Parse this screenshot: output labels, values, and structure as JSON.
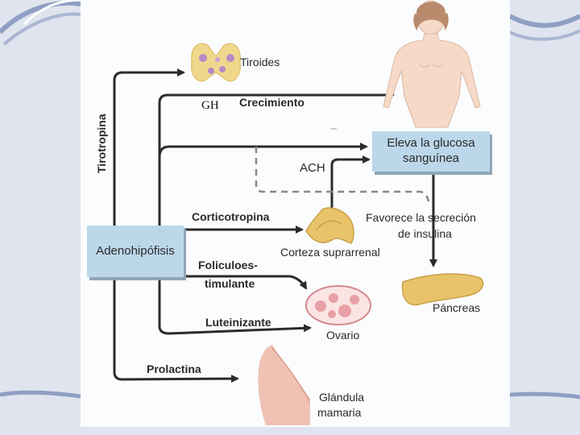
{
  "hormones": {
    "tirotropina": "Tirotropina",
    "gh": "GH",
    "crecimiento": "Crecimiento",
    "ach": "ACH",
    "corticotropina": "Corticotropina",
    "foliculoestimulante_line1": "Foliculoes-",
    "foliculoestimulante_line2": "timulante",
    "luteinizante": "Luteinizante",
    "prolactina": "Prolactina"
  },
  "organs": {
    "tiroides": "Tiroides",
    "corteza": "Corteza suprarrenal",
    "ovario": "Ovario",
    "pancreas": "Páncreas",
    "glandula_line1": "Glándula",
    "glandula_line2": "mamaria"
  },
  "boxes": {
    "adenohipofisis": "Adenohipófisis",
    "glucosa_line1": "Eleva la glucosa",
    "glucosa_line2": "sanguínea"
  },
  "notes": {
    "insulina_line1": "Favorece la secreción",
    "insulina_line2": "de insulina"
  },
  "colors": {
    "panel": "#fbfcfd",
    "box": "#bcd7ea",
    "arrow": "#2b2b2b",
    "gland": "#e8c36a",
    "ovary": "#e9a0a6",
    "breast": "#efc2b3"
  }
}
